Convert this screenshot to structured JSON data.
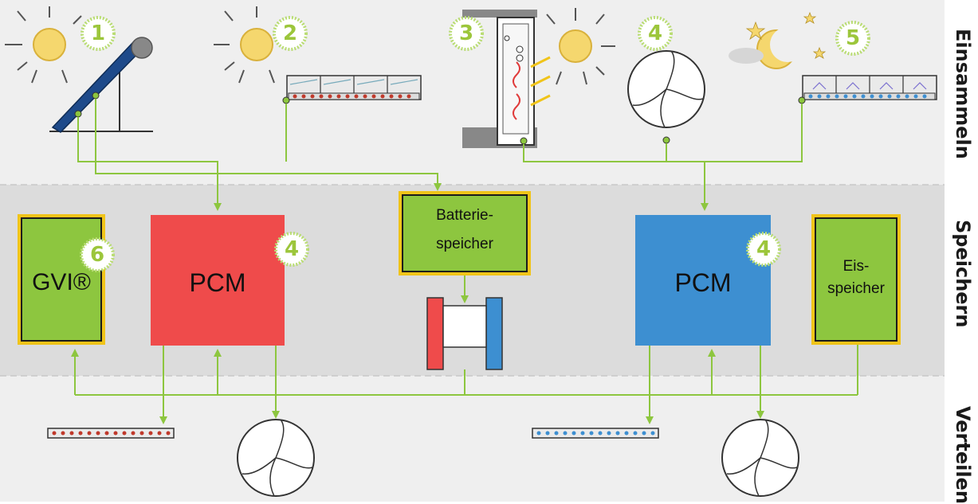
{
  "bands": {
    "top_label": "Einsammeln",
    "middle_label": "Speichern",
    "bottom_label": "Verteilen"
  },
  "storage": {
    "gvi_label": "GVI®",
    "pcm_hot_label": "PCM",
    "battery_label_line1": "Batterie-",
    "battery_label_line2": "speicher",
    "pcm_cold_label": "PCM",
    "ice_label_line1": "Eis-",
    "ice_label_line2": "speicher"
  },
  "badges": {
    "collector_tube": "1",
    "collector_panel": "2",
    "facade": "3",
    "fan_top": "4",
    "night_panel": "5",
    "gvi": "6",
    "pcm_hot": "4",
    "pcm_cold": "4"
  },
  "colors": {
    "sun": "#f5d76e",
    "line_green": "#8dc63f",
    "box_green": "#8dc63f",
    "box_border": "#f0c419",
    "pcm_hot": "#ef4b4b",
    "pcm_cold": "#3d8fd1",
    "band_top": "#efefef",
    "band_middle": "#dcdcdc",
    "band_bottom": "#efefef"
  }
}
